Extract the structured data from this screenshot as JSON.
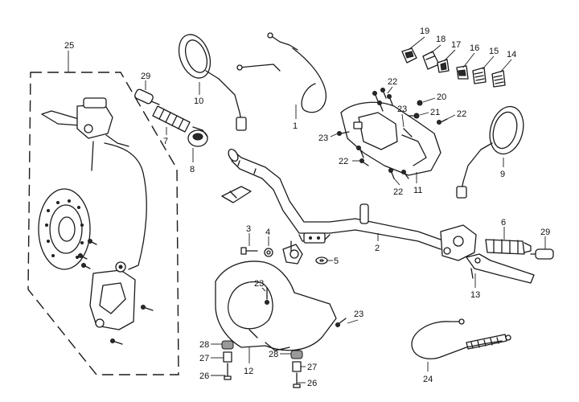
{
  "callouts": {
    "c1": "1",
    "c2": "2",
    "c3": "3",
    "c4": "4",
    "c5": "5",
    "c6": "6",
    "c7": "7",
    "c8": "8",
    "c9": "9",
    "c10": "10",
    "c11": "11",
    "c12": "12",
    "c13": "13",
    "c14": "14",
    "c15": "15",
    "c16": "16",
    "c17": "17",
    "c18": "18",
    "c19": "19",
    "c20": "20",
    "c21": "21",
    "c22a": "22",
    "c22b": "22",
    "c22c": "22",
    "c22d": "22",
    "c23a": "23",
    "c23b": "23",
    "c23c": "23",
    "c23d": "23",
    "c24": "24",
    "c25": "25",
    "c26a": "26",
    "c26b": "26",
    "c27a": "27",
    "c27b": "27",
    "c28a": "28",
    "c28b": "28",
    "c29a": "29",
    "c29b": "29"
  }
}
